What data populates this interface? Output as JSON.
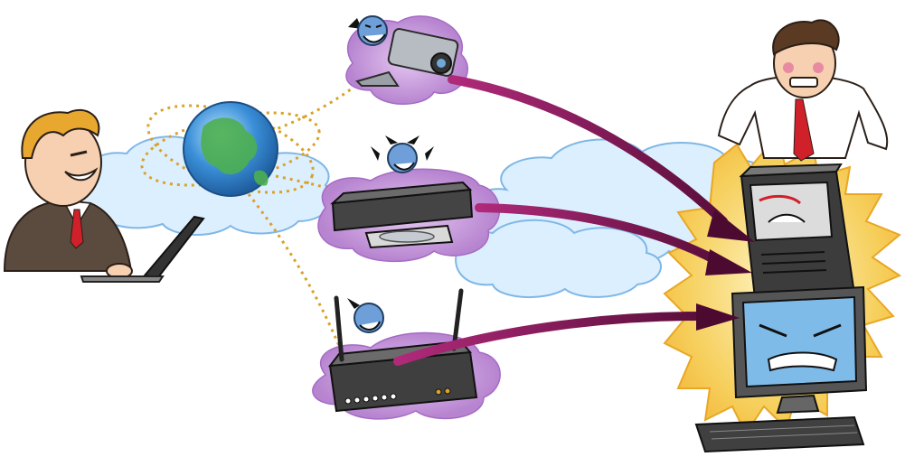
{
  "scene": {
    "description_labels": {
      "attacker": "attacker",
      "globe": "globe",
      "ip_camera": "ip-camera",
      "dvd_player": "dvd-player",
      "router": "router",
      "victim": "victim",
      "server": "server",
      "monitor": "monitor"
    }
  },
  "colors": {
    "cloud_fill": "#dcefff",
    "cloud_stroke": "#7fb7e6",
    "attack_arrow": "#8a1d5c",
    "arrow_dark": "#4d0a31",
    "link_dots": "#d9a22b",
    "device_glow": "#c69bd8",
    "burst": "#f5d57a",
    "devil": "#6f9fd8",
    "screen_blue": "#7fbbe8"
  }
}
